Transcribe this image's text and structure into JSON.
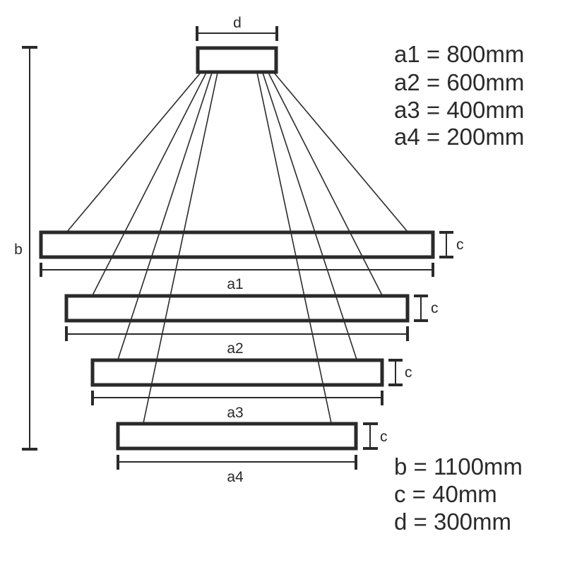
{
  "diagram": {
    "type": "dimension-drawing",
    "subject": "four-tier ring pendant chandelier",
    "labels": {
      "d": "d",
      "b": "b",
      "c": "c",
      "a1": "a1",
      "a2": "a2",
      "a3": "a3",
      "a4": "a4"
    },
    "specs_top": [
      "a1 = 800mm",
      "a2 = 600mm",
      "a3 = 400mm",
      "a4 = 200mm"
    ],
    "specs_bottom": [
      "b = 1100mm",
      "c = 40mm",
      "d = 300mm"
    ],
    "colors": {
      "stroke": "#2a2a2a",
      "background": "#ffffff"
    }
  }
}
